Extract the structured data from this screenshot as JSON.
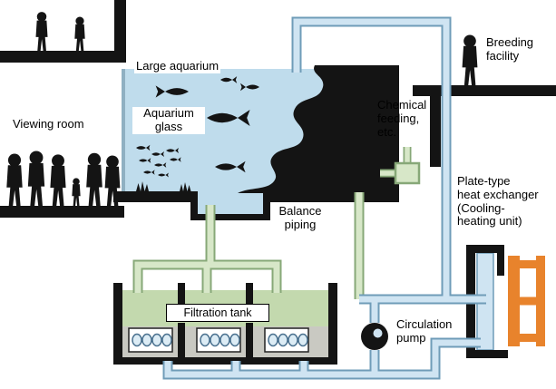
{
  "diagram": {
    "labels": {
      "large_aquarium": "Large aquarium",
      "viewing_room": "Viewing room",
      "aquarium_glass": "Aquarium\nglass",
      "breeding_facility": "Breeding\nfacility",
      "chemical_feeding": "Chemical\nfeeding,\netc.",
      "balance_piping": "Balance\npiping",
      "heat_exchanger": "Plate-type\nheat exchanger\n(Cooling-\nheating unit)",
      "filtration_tank": "Filtration tank",
      "circulation_pump": "Circulation\npump"
    },
    "colors": {
      "water": "#bfdcec",
      "pipe_blue": "#cfe4f2",
      "pipe_blue_border": "#6f9cb8",
      "pipe_green": "#d7e7c8",
      "pipe_green_border": "#87a878",
      "structure_black": "#141414",
      "heat_exchanger_orange": "#e8832c",
      "filtration_green": "#c3d9ae",
      "filtration_gray": "#c9c9c2",
      "glass_edge": "#8fb0c2",
      "media_fill": "#dcecf5",
      "media_stroke": "#49708e"
    }
  }
}
